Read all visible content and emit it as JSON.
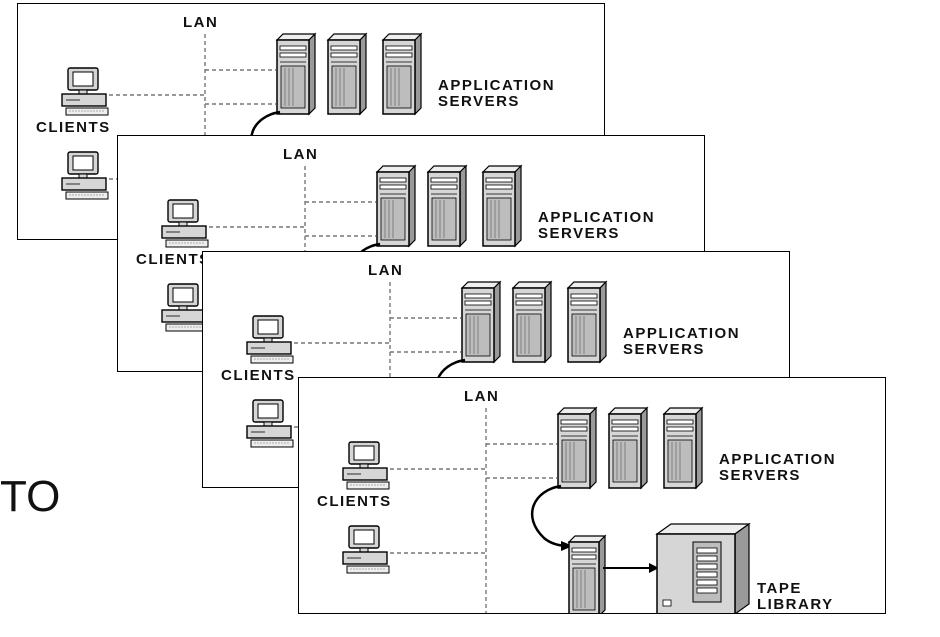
{
  "diagram": {
    "lan_label": "LAN",
    "clients_label": "CLIENTS",
    "servers_label_line1": "APPLICATION",
    "servers_label_line2": "SERVERS",
    "tape_label_line1": "TAPE",
    "tape_label_line2": "LIBRARY"
  },
  "left_text": "TO",
  "colors": {
    "stroke": "#000000",
    "fill": "#d6d6d6",
    "dash": "#777777"
  }
}
